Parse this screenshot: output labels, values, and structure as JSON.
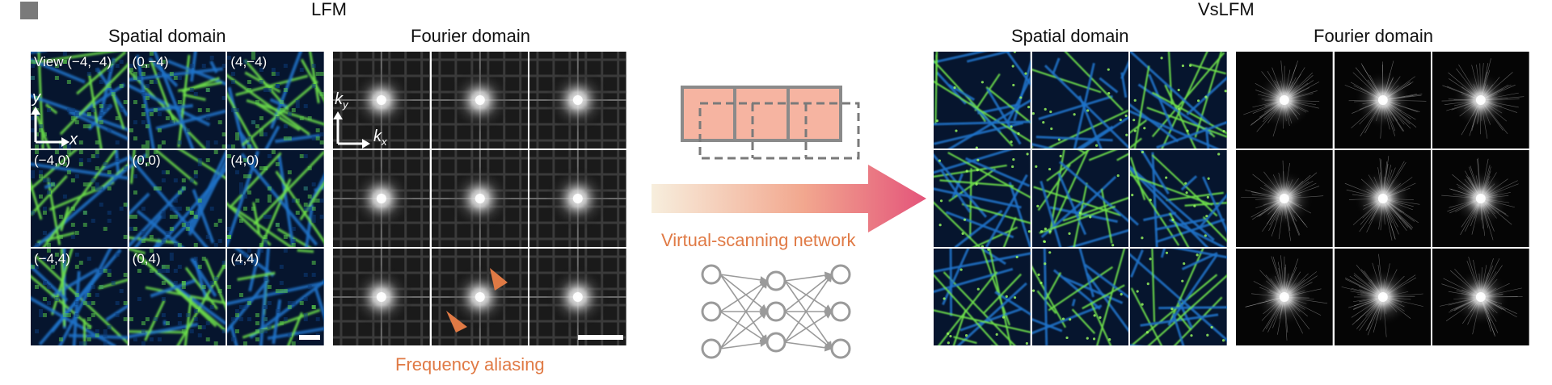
{
  "panel_letter": "",
  "lfm": {
    "title": "LFM",
    "spatial_title": "Spatial domain",
    "fourier_title": "Fourier domain",
    "view_labels": [
      "View (−4,−4)",
      "(0,−4)",
      "(4,−4)",
      "(−4,0)",
      "(0,0)",
      "(4,0)",
      "(−4,4)",
      "(0,4)",
      "(4,4)"
    ],
    "spatial_axes": {
      "y": "y",
      "x": "x"
    },
    "fourier_axes": {
      "y": "k",
      "y_sub": "y",
      "x": "k",
      "x_sub": "x"
    },
    "aliasing_label": "Frequency aliasing"
  },
  "middle": {
    "network_label": "Virtual-scanning network"
  },
  "vslfm": {
    "title": "VsLFM",
    "spatial_title": "Spatial domain",
    "fourier_title": "Fourier domain"
  },
  "colors": {
    "accent_orange": "#e07a45",
    "arrow_start": "#f7eedd",
    "arrow_end": "#e4547a",
    "box_fill": "#f6b4a1",
    "network_gray": "#9a9a9a"
  }
}
